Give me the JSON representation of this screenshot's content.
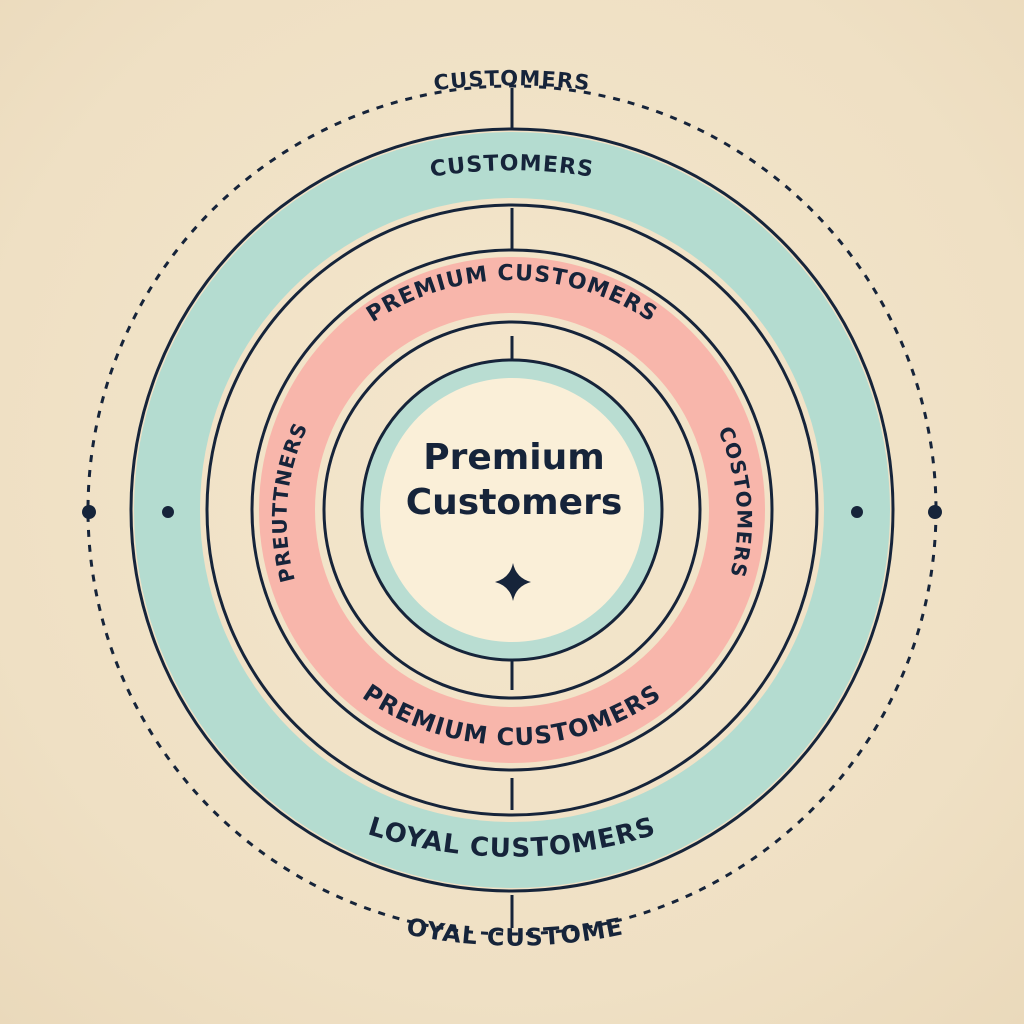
{
  "diagram": {
    "labels": {
      "outer_top": "CUSTOMERS",
      "outer_bottom": "OYAL CUSTOME",
      "teal_top": "CUSTOMERS",
      "teal_bottom": "LOYAL CUSTOMERS",
      "pink_top": "PREMIUM CUSTOMERS",
      "pink_bottom": "PREMIUM CUSTOMERS",
      "pink_left": "PREUTTNERS",
      "pink_right": "COSTOMERS",
      "center_line1": "Premium",
      "center_line2": "Customers"
    },
    "colors": {
      "background": "#f1e2c7",
      "teal_ring": "#b4dcd0",
      "pink_ring": "#f8b6ab",
      "center_fill": "#faefd8",
      "center_ring": "#b9ddd2",
      "ink": "#16243a"
    }
  }
}
